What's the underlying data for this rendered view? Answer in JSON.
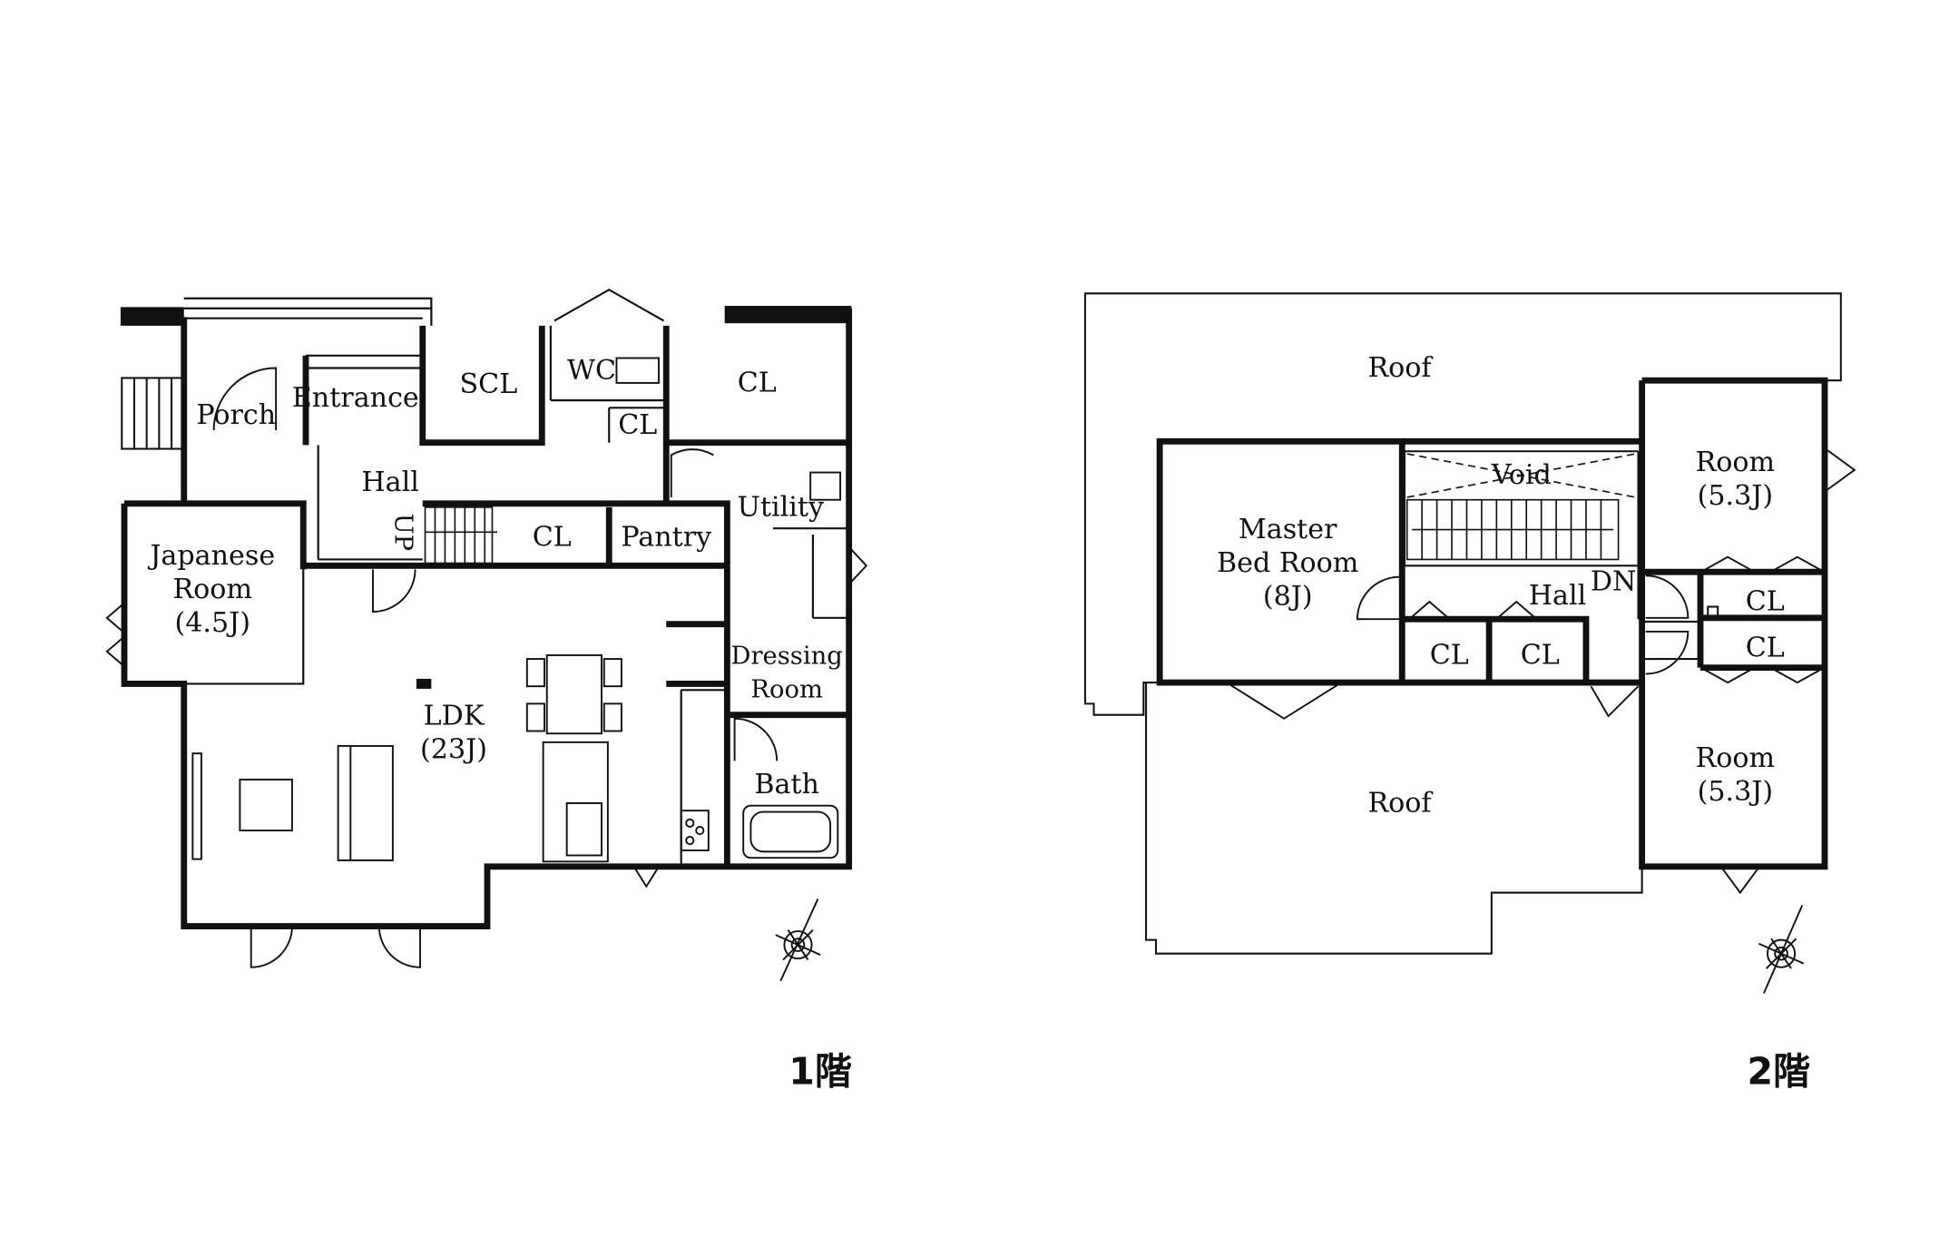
{
  "floor1": {
    "label": "1階",
    "rooms": {
      "porch": "Porch",
      "entrance": "Entrance",
      "scl": "SCL",
      "wc": "WC",
      "cl_wc": "CL",
      "cl_top": "CL",
      "hall": "Hall",
      "up": "UP",
      "cl_stair": "CL",
      "pantry": "Pantry",
      "utility": "Utility",
      "japanese_line1": "Japanese",
      "japanese_line2": "Room",
      "japanese_size": "(4.5J)",
      "ldk": "LDK",
      "ldk_size": "(23J)",
      "dressing_line1": "Dressing",
      "dressing_line2": "Room",
      "bath": "Bath"
    }
  },
  "floor2": {
    "label": "2階",
    "rooms": {
      "roof_top": "Roof",
      "roof_bottom": "Roof",
      "void": "Void",
      "master_line1": "Master",
      "master_line2": "Bed Room",
      "master_size": "(8J)",
      "hall": "Hall",
      "dn": "DN",
      "cl_left": "CL",
      "cl_mid": "CL",
      "cl_right_top": "CL",
      "cl_right_bottom": "CL",
      "room_top": "Room",
      "room_top_size": "(5.3J)",
      "room_bottom": "Room",
      "room_bottom_size": "(5.3J)"
    }
  },
  "colors": {
    "wall": "#111111",
    "background": "#ffffff"
  }
}
